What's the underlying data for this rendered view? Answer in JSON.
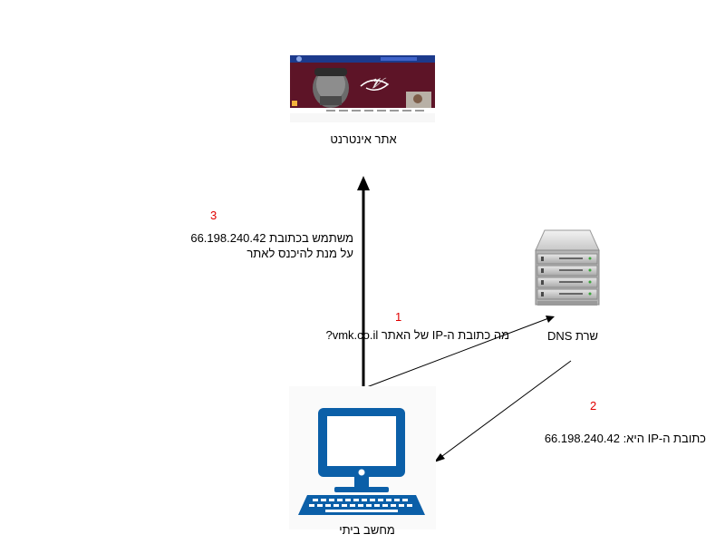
{
  "website": {
    "label": "אתר אינטרנט"
  },
  "dns_server": {
    "label": "שרת DNS"
  },
  "home_computer": {
    "label": "מחשב ביתי"
  },
  "steps": {
    "step1": {
      "number": "1",
      "text": "מה כתובת ה-IP של האתר vmk.co.il?"
    },
    "step2": {
      "number": "2",
      "text": "כתובת ה-IP היא: 66.198.240.42"
    },
    "step3": {
      "number": "3",
      "line1": "משתמש בכתובת 66.198.240.42",
      "line2": "על מנת להיכנס לאתר"
    }
  },
  "colors": {
    "step_number": "#e00000",
    "monitor_blue": "#0b5fa8",
    "banner_blue": "#1c3a8c"
  },
  "icons": [
    "website-screenshot-icon",
    "server-rack-icon",
    "desktop-computer-icon"
  ]
}
